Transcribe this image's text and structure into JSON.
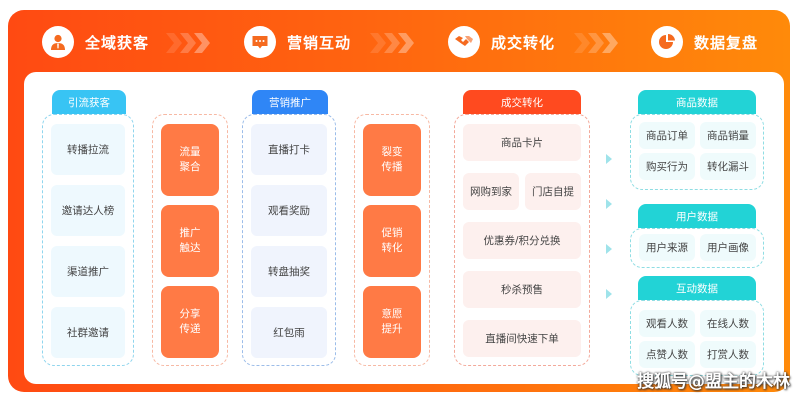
{
  "header": {
    "stages": [
      {
        "label": "全域获客",
        "icon": "person-icon"
      },
      {
        "label": "营销互动",
        "icon": "chat-bubble-icon"
      },
      {
        "label": "成交转化",
        "icon": "handshake-icon"
      },
      {
        "label": "数据复盘",
        "icon": "pie-chart-icon"
      }
    ]
  },
  "columns": {
    "acquisition": {
      "title": "引流获客",
      "items": [
        "转播拉流",
        "邀请达人榜",
        "渠道推广",
        "社群邀请"
      ],
      "highlights": [
        {
          "line1": "流量",
          "line2": "聚合"
        },
        {
          "line1": "推广",
          "line2": "触达"
        },
        {
          "line1": "分享",
          "line2": "传递"
        }
      ]
    },
    "marketing": {
      "title": "营销推广",
      "items": [
        "直播打卡",
        "观看奖励",
        "转盘抽奖",
        "红包雨"
      ],
      "highlights": [
        {
          "line1": "裂变",
          "line2": "传播"
        },
        {
          "line1": "促销",
          "line2": "转化"
        },
        {
          "line1": "意愿",
          "line2": "提升"
        }
      ]
    },
    "conversion": {
      "title": "成交转化",
      "items": [
        "商品卡片",
        "网购到家",
        "门店自提",
        "优惠券/积分兑换",
        "秒杀预售",
        "直播间快速下单"
      ]
    },
    "data": {
      "groups": [
        {
          "title": "商品数据",
          "items": [
            "商品订单",
            "商品销量",
            "购买行为",
            "转化漏斗"
          ]
        },
        {
          "title": "用户数据",
          "items": [
            "用户来源",
            "用户画像"
          ]
        },
        {
          "title": "互动数据",
          "items": [
            "观看人数",
            "在线人数",
            "点赞人数",
            "打赏人数"
          ]
        }
      ]
    }
  },
  "colors": {
    "brand_orange": "#ff5a14",
    "highlight_orange": "#ff7a45",
    "acquisition_blue": "#33c2f5",
    "marketing_blue": "#2f86f6",
    "conversion_red": "#ff4a1f",
    "data_teal": "#22d3d6"
  },
  "watermark": "搜狐号@盟主的木林"
}
